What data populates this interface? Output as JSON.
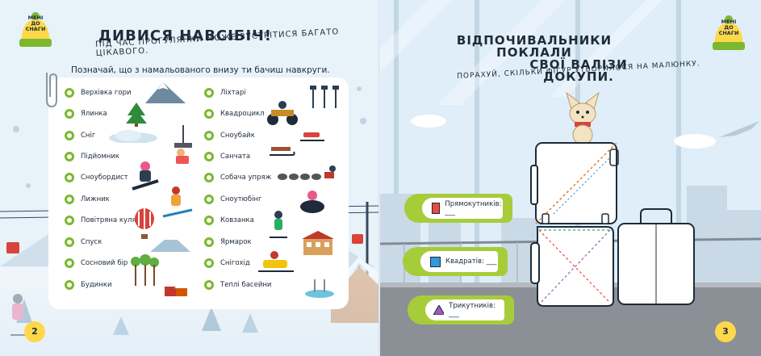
{
  "left": {
    "logo": [
      "МЕНІ",
      "ДО",
      "СНАГИ"
    ],
    "title": "ДИВИСЯ НАВСІБІЧ!",
    "subtitle": "Під час прогулянки може зустрітися багато цікавого.",
    "instruction": "Позначай, що з намальованого внизу ти бачиш навкруги.",
    "col1": [
      "Верхівка гори",
      "Ялинка",
      "Сніг",
      "Підйомник",
      "Сноубордист",
      "Лижник",
      "Повітряна куля",
      "Спуск",
      "Сосновий бір",
      "Будинки"
    ],
    "col2": [
      "Ліхтарі",
      "Квадроцикл",
      "Сноубайк",
      "Санчата",
      "Собача упряж",
      "Сноутюбінг",
      "Ковзанка",
      "Ярмарок",
      "Снігохід",
      "Теплі басейни"
    ],
    "page_number": "2"
  },
  "right": {
    "logo": [
      "МЕНІ",
      "ДО",
      "СНАГИ"
    ],
    "title_line1": "ВІДПОЧИВАЛЬНИКИ ПОКЛАЛИ",
    "title_line2": "СВОЇ ВАЛІЗИ ДОКУПИ.",
    "subtitle": "Порахуй, скільки фігур утворилося на малюнку.",
    "labels": [
      "Прямокутників: ___",
      "Квадратів: ___",
      "Трикутників: ___"
    ],
    "page_number": "3"
  },
  "colors": {
    "accent_green": "#7cb82f",
    "ribbon": "#a7cc3a",
    "badge": "#ffd84a",
    "text": "#1d2b3a"
  }
}
